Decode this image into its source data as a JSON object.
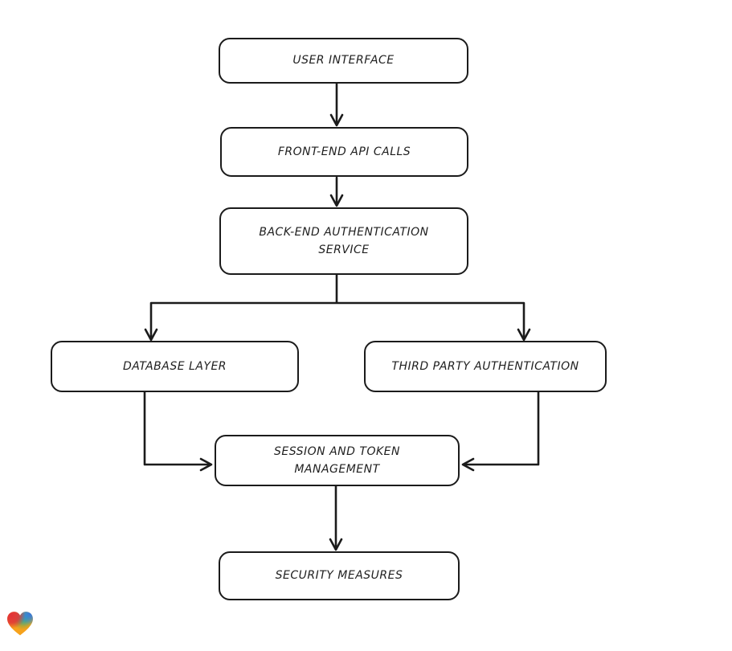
{
  "canvas": {
    "background": "#ffffff",
    "stroke_color": "#1b1b1b",
    "node_fill": "#ffffff",
    "style": "hand-drawn flowchart"
  },
  "nodes": [
    {
      "id": "user-interface",
      "label": "USER INTERFACE"
    },
    {
      "id": "front-end-api-calls",
      "label": "FRONT-END API CALLS"
    },
    {
      "id": "back-end-authentication-service",
      "label": "BACK-END AUTHENTICATION\nSERVICE"
    },
    {
      "id": "database-layer",
      "label": "DATABASE LAYER"
    },
    {
      "id": "third-party-authentication",
      "label": "THIRD PARTY AUTHENTICATION"
    },
    {
      "id": "session-and-token-management",
      "label": "SESSION AND TOKEN\nMANAGEMENT"
    },
    {
      "id": "security-measures",
      "label": "SECURITY MEASURES"
    }
  ],
  "edges": [
    {
      "from": "user-interface",
      "to": "front-end-api-calls"
    },
    {
      "from": "front-end-api-calls",
      "to": "back-end-authentication-service"
    },
    {
      "from": "back-end-authentication-service",
      "to": "database-layer"
    },
    {
      "from": "back-end-authentication-service",
      "to": "third-party-authentication"
    },
    {
      "from": "database-layer",
      "to": "session-and-token-management"
    },
    {
      "from": "third-party-authentication",
      "to": "session-and-token-management"
    },
    {
      "from": "session-and-token-management",
      "to": "security-measures"
    }
  ],
  "logo": {
    "name": "gradient-heart-logo",
    "colors": {
      "red": "#e23238",
      "blue": "#3477e0",
      "cyan": "#2aa7c7",
      "green": "#47ab5e",
      "orange": "#f6a21c"
    }
  }
}
